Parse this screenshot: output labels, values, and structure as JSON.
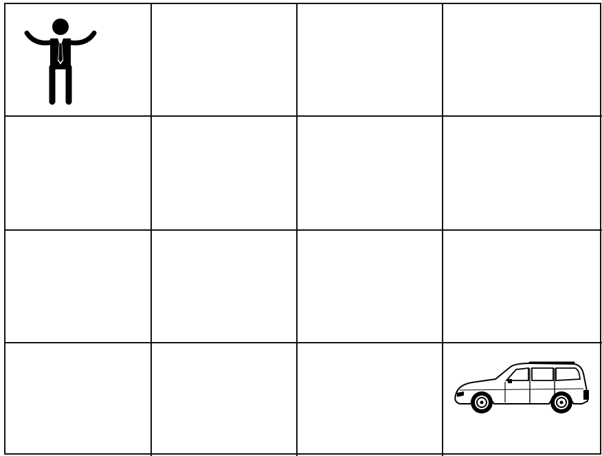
{
  "board": {
    "rows": 4,
    "cols": 4,
    "line_color": "#111111",
    "background": "#ffffff",
    "pieces": [
      {
        "type": "person",
        "icon": "standing-man-icon",
        "row": 0,
        "col": 0
      },
      {
        "type": "car",
        "icon": "suv-car-icon",
        "row": 3,
        "col": 3
      }
    ]
  }
}
